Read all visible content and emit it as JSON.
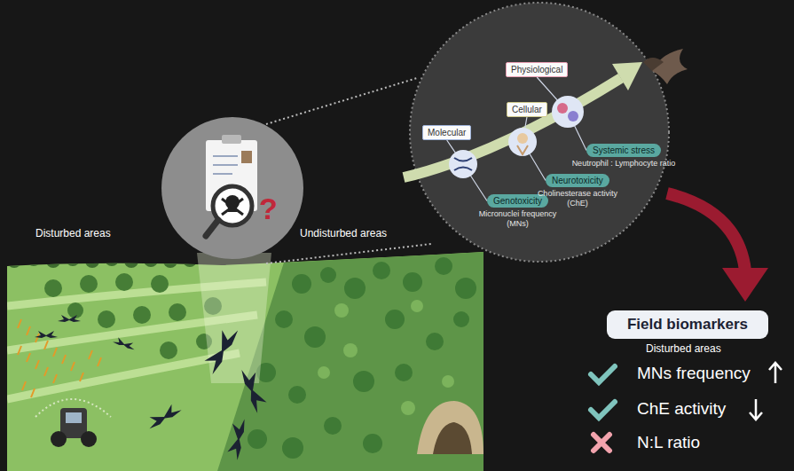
{
  "diagram": {
    "nodes": [
      {
        "text": [
          "Molecular"
        ]
      },
      {
        "text": [
          "Genotoxicity",
          "Micronuclei frequency (MNs)"
        ]
      },
      {
        "text": [
          "Cellular"
        ]
      },
      {
        "text": [
          "Neurotoxicity",
          "Cholinesterase activity (ChE)"
        ]
      },
      {
        "text": [
          "Physiological"
        ]
      },
      {
        "text": [
          "Systemic stress",
          "Neutrophil : Lymphocyte ratio"
        ]
      },
      {
        "text": [
          "Field biomarkers"
        ]
      }
    ],
    "edges": [
      {
        "from": 0,
        "to": 1,
        "arrow": "none"
      },
      {
        "from": 2,
        "to": 3,
        "arrow": "none"
      },
      {
        "from": 4,
        "to": 5,
        "arrow": "none"
      }
    ],
    "labels": [
      "Disturbed areas",
      "?",
      "Undisturbed areas",
      "Disturbed areas",
      "MNs frequency",
      "ChE activity",
      "N:L ratio"
    ]
  }
}
